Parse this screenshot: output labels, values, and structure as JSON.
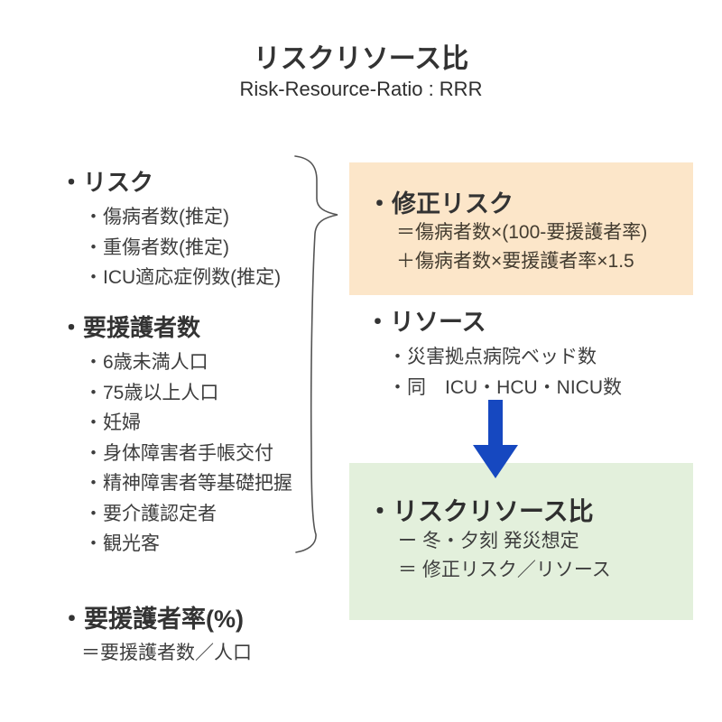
{
  "header": {
    "title": "リスクリソース比",
    "subtitle": "Risk-Resource-Ratio : RRR"
  },
  "left": {
    "risk": {
      "heading": "・リスク",
      "items": [
        "・傷病者数(推定)",
        "・重傷者数(推定)",
        "・ICU適応症例数(推定)"
      ]
    },
    "vulnerable": {
      "heading": "・要援護者数",
      "items": [
        "・6歳未満人口",
        "・75歳以上人口",
        "・妊婦",
        "・身体障害者手帳交付",
        "・精神障害者等基礎把握",
        "・要介護認定者",
        "・観光客"
      ]
    },
    "rate": {
      "heading": "・要援護者率(%)",
      "formula": "＝要援護者数／人口"
    }
  },
  "right": {
    "modified_risk": {
      "heading": "・修正リスク",
      "formula_line1": "＝傷病者数×(100-要援護者率)",
      "formula_line2": "＋傷病者数×要援護者率×1.5"
    },
    "resource": {
      "heading": "・リソース",
      "items": [
        "・災害拠点病院ベッド数",
        "・同　ICU・HCU・NICU数"
      ]
    },
    "rrr": {
      "heading": "・リスクリソース比",
      "line1": "ー 冬・夕刻 発災想定",
      "line2": "＝ 修正リスク／リソース"
    }
  },
  "icons": {
    "down_arrow": "down-arrow-icon",
    "curly_brace": "curly-brace-icon"
  },
  "colors": {
    "modified_risk_box_bg": "#fce6c9",
    "rrr_box_bg": "#e3f0dc",
    "arrow_blue": "#1648c0",
    "text": "#3a3a3a"
  }
}
